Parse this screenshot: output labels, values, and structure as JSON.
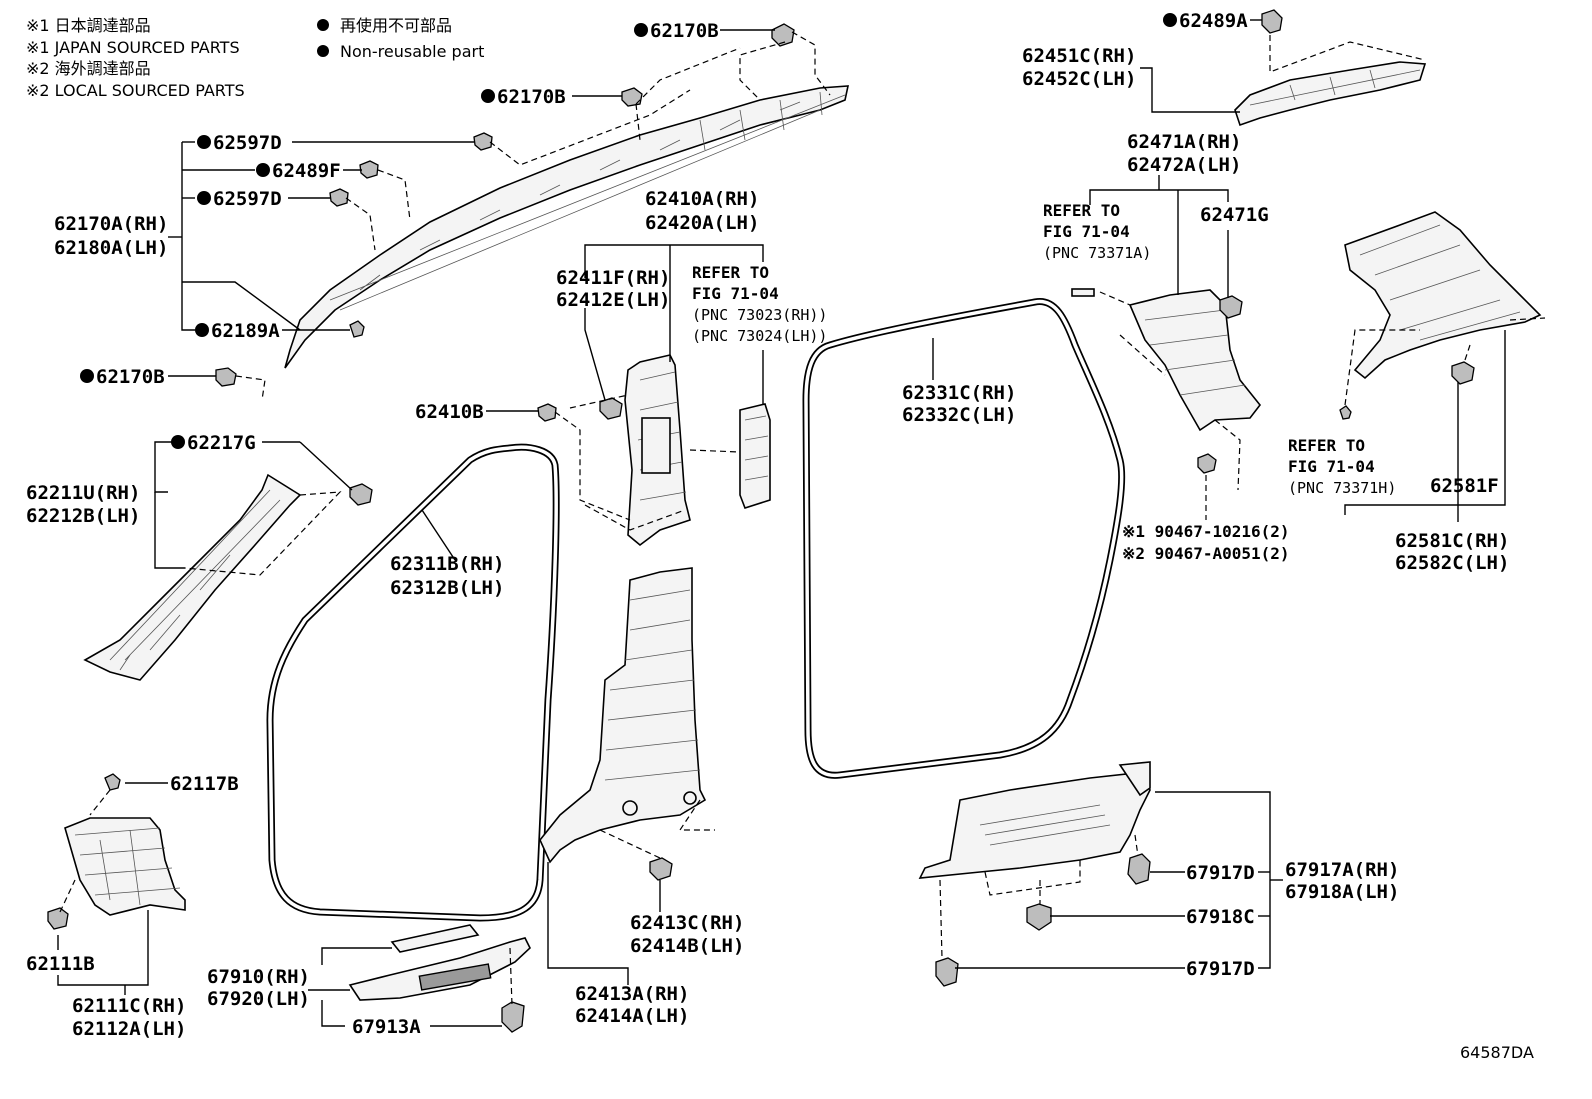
{
  "notes": {
    "japan_jp": "※1 日本調達部品",
    "japan_en": "※1 JAPAN SOURCED PARTS",
    "local_jp": "※2 海外調達部品",
    "local_en": "※2 LOCAL SOURCED PARTS",
    "nonreuse_jp": "再使用不可部品",
    "nonreuse_en": "Non-reusable part"
  },
  "labels": {
    "p62170B_top": "62170B",
    "p62170B_mid": "62170B",
    "p62597D_1": "62597D",
    "p62489F": "62489F",
    "p62597D_2": "62597D",
    "p62170A": "62170A(RH)",
    "p62180A": "62180A(LH)",
    "p62189A": "62189A",
    "p62170B_left": "62170B",
    "p62217G": "62217G",
    "p62211U": "62211U(RH)",
    "p62212B": "62212B(LH)",
    "p62410A": "62410A(RH)",
    "p62420A": "62420A(LH)",
    "p62411F": "62411F(RH)",
    "p62412E": "62412E(LH)",
    "p62410B": "62410B",
    "ref1_a": "REFER TO",
    "ref1_b": "FIG 71-04",
    "ref1_c": "(PNC 73023(RH))",
    "ref1_d": "(PNC 73024(LH))",
    "p62311B": "62311B(RH)",
    "p62312B": "62312B(LH)",
    "p62331C": "62331C(RH)",
    "p62332C": "62332C(LH)",
    "p62489A": "62489A",
    "p62451C": "62451C(RH)",
    "p62452C": "62452C(LH)",
    "p62471A": "62471A(RH)",
    "p62472A": "62472A(LH)",
    "ref2_a": "REFER TO",
    "ref2_b": "FIG 71-04",
    "ref2_c": "(PNC 73371A)",
    "p62471G": "62471G",
    "ref3_a": "REFER TO",
    "ref3_b": "FIG 71-04",
    "ref3_c": "(PNC 73371H)",
    "p62581F": "62581F",
    "p62581C": "62581C(RH)",
    "p62582C": "62582C(LH)",
    "bolt1": "※1 90467-10216(2)",
    "bolt2": "※2 90467-A0051(2)",
    "p62117B": "62117B",
    "p62111B": "62111B",
    "p62111C": "62111C(RH)",
    "p62112A": "62112A(LH)",
    "p67910": "67910(RH)",
    "p67920": "67920(LH)",
    "p67913A": "67913A",
    "p62413C": "62413C(RH)",
    "p62414B": "62414B(LH)",
    "p62413A": "62413A(RH)",
    "p62414A": "62414A(LH)",
    "p67917D_1": "67917D",
    "p67917A": "67917A(RH)",
    "p67918A": "67918A(LH)",
    "p67918C": "67918C",
    "p67917D_2": "67917D",
    "code": "64587DA"
  }
}
